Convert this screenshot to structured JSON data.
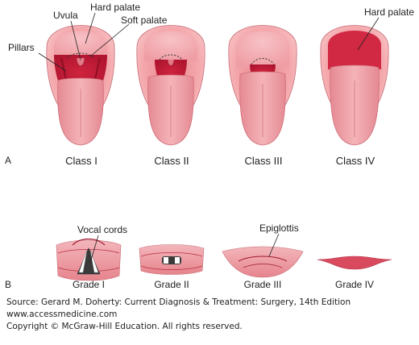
{
  "panel_a": {
    "letter": "A",
    "labels": {
      "uvula": "Uvula",
      "hard_palate": "Hard palate",
      "soft_palate": "Soft palate",
      "pillars": "Pillars",
      "hard_palate_class4": "Hard palate"
    },
    "classes": [
      "Class   I",
      "Class   II",
      "Class   III",
      "Class   IV"
    ]
  },
  "panel_b": {
    "letter": "B",
    "labels": {
      "vocal_cords": "Vocal cords",
      "epiglottis": "Epiglottis"
    },
    "grades": [
      "Grade I",
      "Grade II",
      "Grade III",
      "Grade IV"
    ]
  },
  "source": {
    "line1": "Source: Gerard M. Doherty: Current Diagnosis & Treatment: Surgery, 14th Edition",
    "line2": "www.accessmedicine.com",
    "line3": "Copyright © McGraw-Hill Education. All rights reserved."
  },
  "colors": {
    "lip_outer": "#f4a9ad",
    "lip_inner": "#e8848c",
    "cavity": "#c41e3a",
    "tongue": "#ec9ca3",
    "tongue_line": "#d06b76",
    "outline": "#555555"
  }
}
